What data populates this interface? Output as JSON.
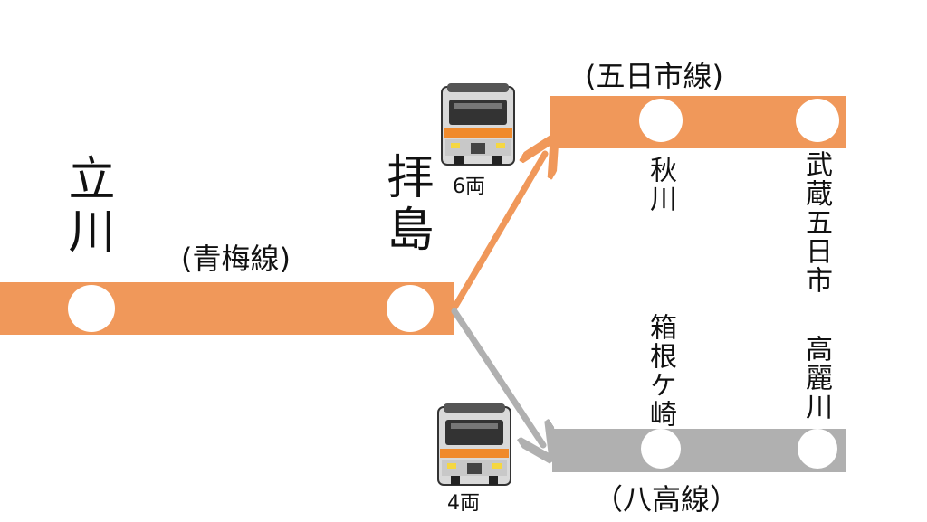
{
  "stations": {
    "tachikawa": "立川",
    "haijima": "拝島",
    "akigawa": "秋川",
    "musashi_itsukaichi": "武蔵五日市",
    "hakonegasaki": "箱根ケ崎",
    "komagawa": "高麗川"
  },
  "lines": {
    "ome": "(青梅線)",
    "itsukaichi": "(五日市線)",
    "hachiko": "（八高線）"
  },
  "trains": {
    "itsukaichi_cars": "6両",
    "hachiko_cars": "4両"
  },
  "colors": {
    "orange_line": "#f0985a",
    "gray_line": "#b0b0b0",
    "station_dot": "#ffffff",
    "train_orange": "#f08a2c",
    "train_body": "#d9d9d9"
  },
  "icons": {
    "train": "train-icon",
    "arrow": "arrow-icon"
  }
}
